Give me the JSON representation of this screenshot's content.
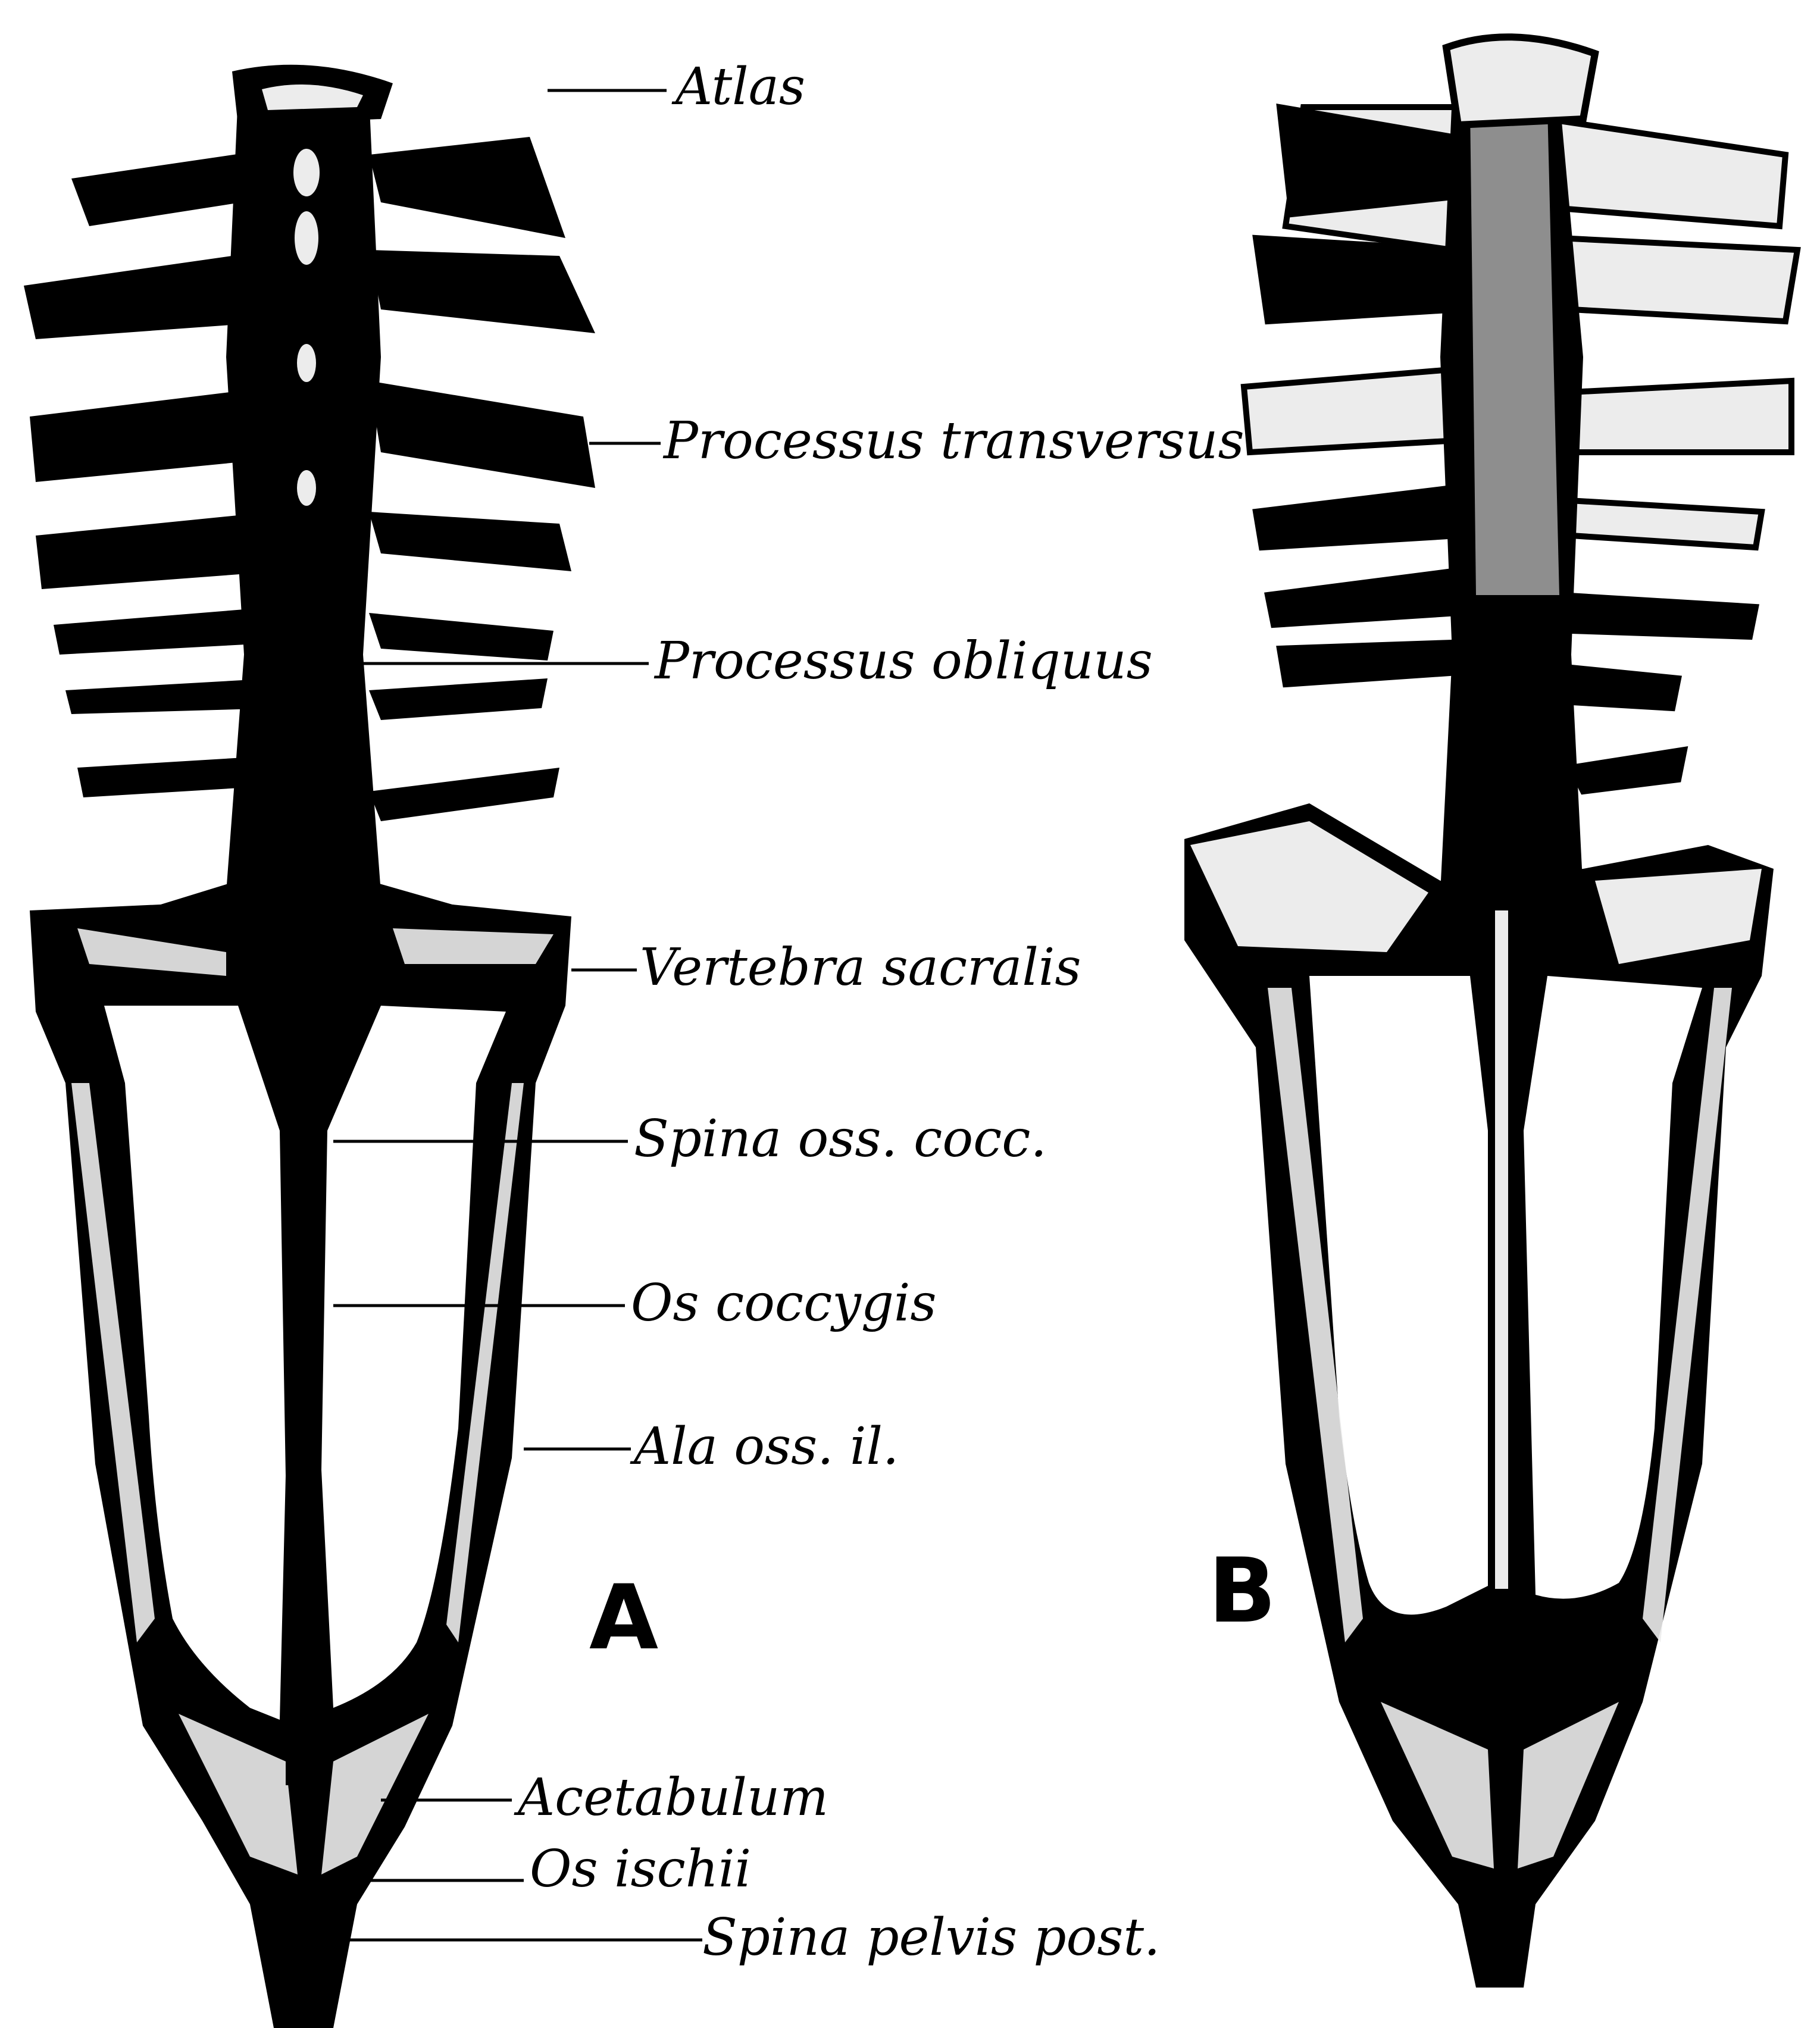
{
  "figure": {
    "panels": [
      {
        "letter": "A"
      },
      {
        "letter": "B"
      }
    ],
    "labels": [
      {
        "key": "atlas",
        "text": "Atlas"
      },
      {
        "key": "proc_trans",
        "text": "Processus transversus"
      },
      {
        "key": "proc_obl",
        "text": "Processus obliquus"
      },
      {
        "key": "vert_sacr",
        "text": "Vertebra sacralis"
      },
      {
        "key": "spina_coc",
        "text": "Spina oss. cocc."
      },
      {
        "key": "os_cocc",
        "text": "Os coccygis"
      },
      {
        "key": "ala_il",
        "text": "Ala oss. il."
      },
      {
        "key": "acet",
        "text": "Acetabulum"
      },
      {
        "key": "os_isch",
        "text": "Os ischii"
      },
      {
        "key": "spina_pelv",
        "text": "Spina pelvis post."
      }
    ],
    "colors": {
      "ink": "#000000",
      "paper": "#ffffff",
      "bone": "#ececec"
    }
  }
}
